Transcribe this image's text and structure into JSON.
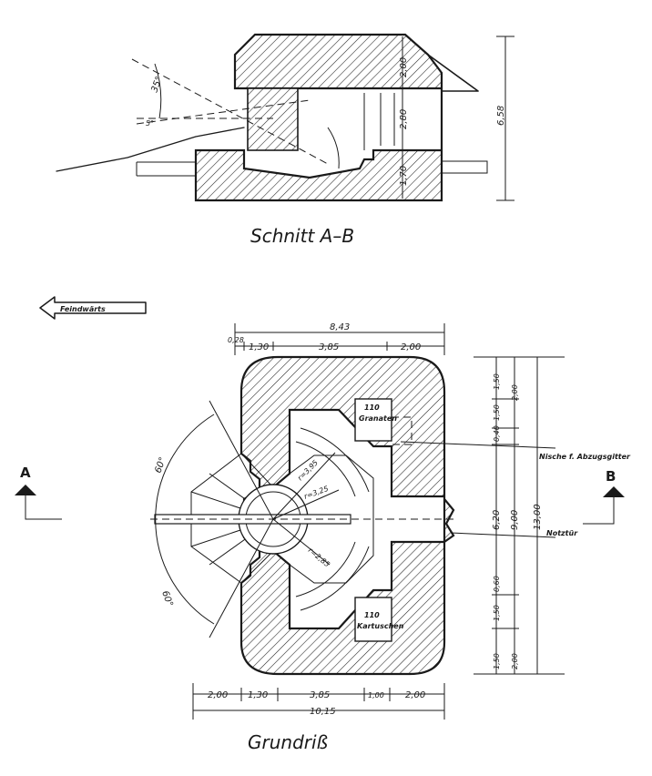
{
  "section": {
    "title": "Schnitt A–B",
    "dimensions": {
      "top_wall": "2,00",
      "interior": "2,80",
      "base": "1,70",
      "total": "6,58",
      "angle_up": "35°",
      "angle_down": "5°"
    }
  },
  "plan": {
    "title": "Grundriß",
    "direction": "Feindwärts",
    "section_marks": {
      "left": "A",
      "right": "B"
    },
    "top_dims": {
      "overall": "8,43",
      "d1": "0,28",
      "d2": "1,30",
      "d3": "3,85",
      "d4": "2,00"
    },
    "bottom_dims": {
      "d1": "2,00",
      "d2": "1,30",
      "d3": "3,85",
      "d4": "1,00",
      "d5": "2,00",
      "overall": "10,15"
    },
    "right_dims": {
      "top_a": "1,50",
      "top_b": "1,50",
      "top_c": "2,00",
      "niche": "0,40",
      "middle": "6,20",
      "inner": "9,00",
      "overall": "13,00",
      "low_a": "0,60",
      "low_b": "1,50",
      "low_c": "1,50",
      "low_d": "2,00"
    },
    "angles": {
      "upper": "60°",
      "lower": "60°"
    },
    "radii": {
      "r1": "r=3,95",
      "r2": "r=3,25",
      "r3": "r=2,85"
    },
    "rooms": {
      "upper_room_number": "110",
      "upper_room_name": "Granaten",
      "lower_room_number": "110",
      "lower_room_name": "Kartuschen"
    },
    "annotations": {
      "niche": "Nische f. Abzugsgitter",
      "door": "Notztür"
    }
  }
}
